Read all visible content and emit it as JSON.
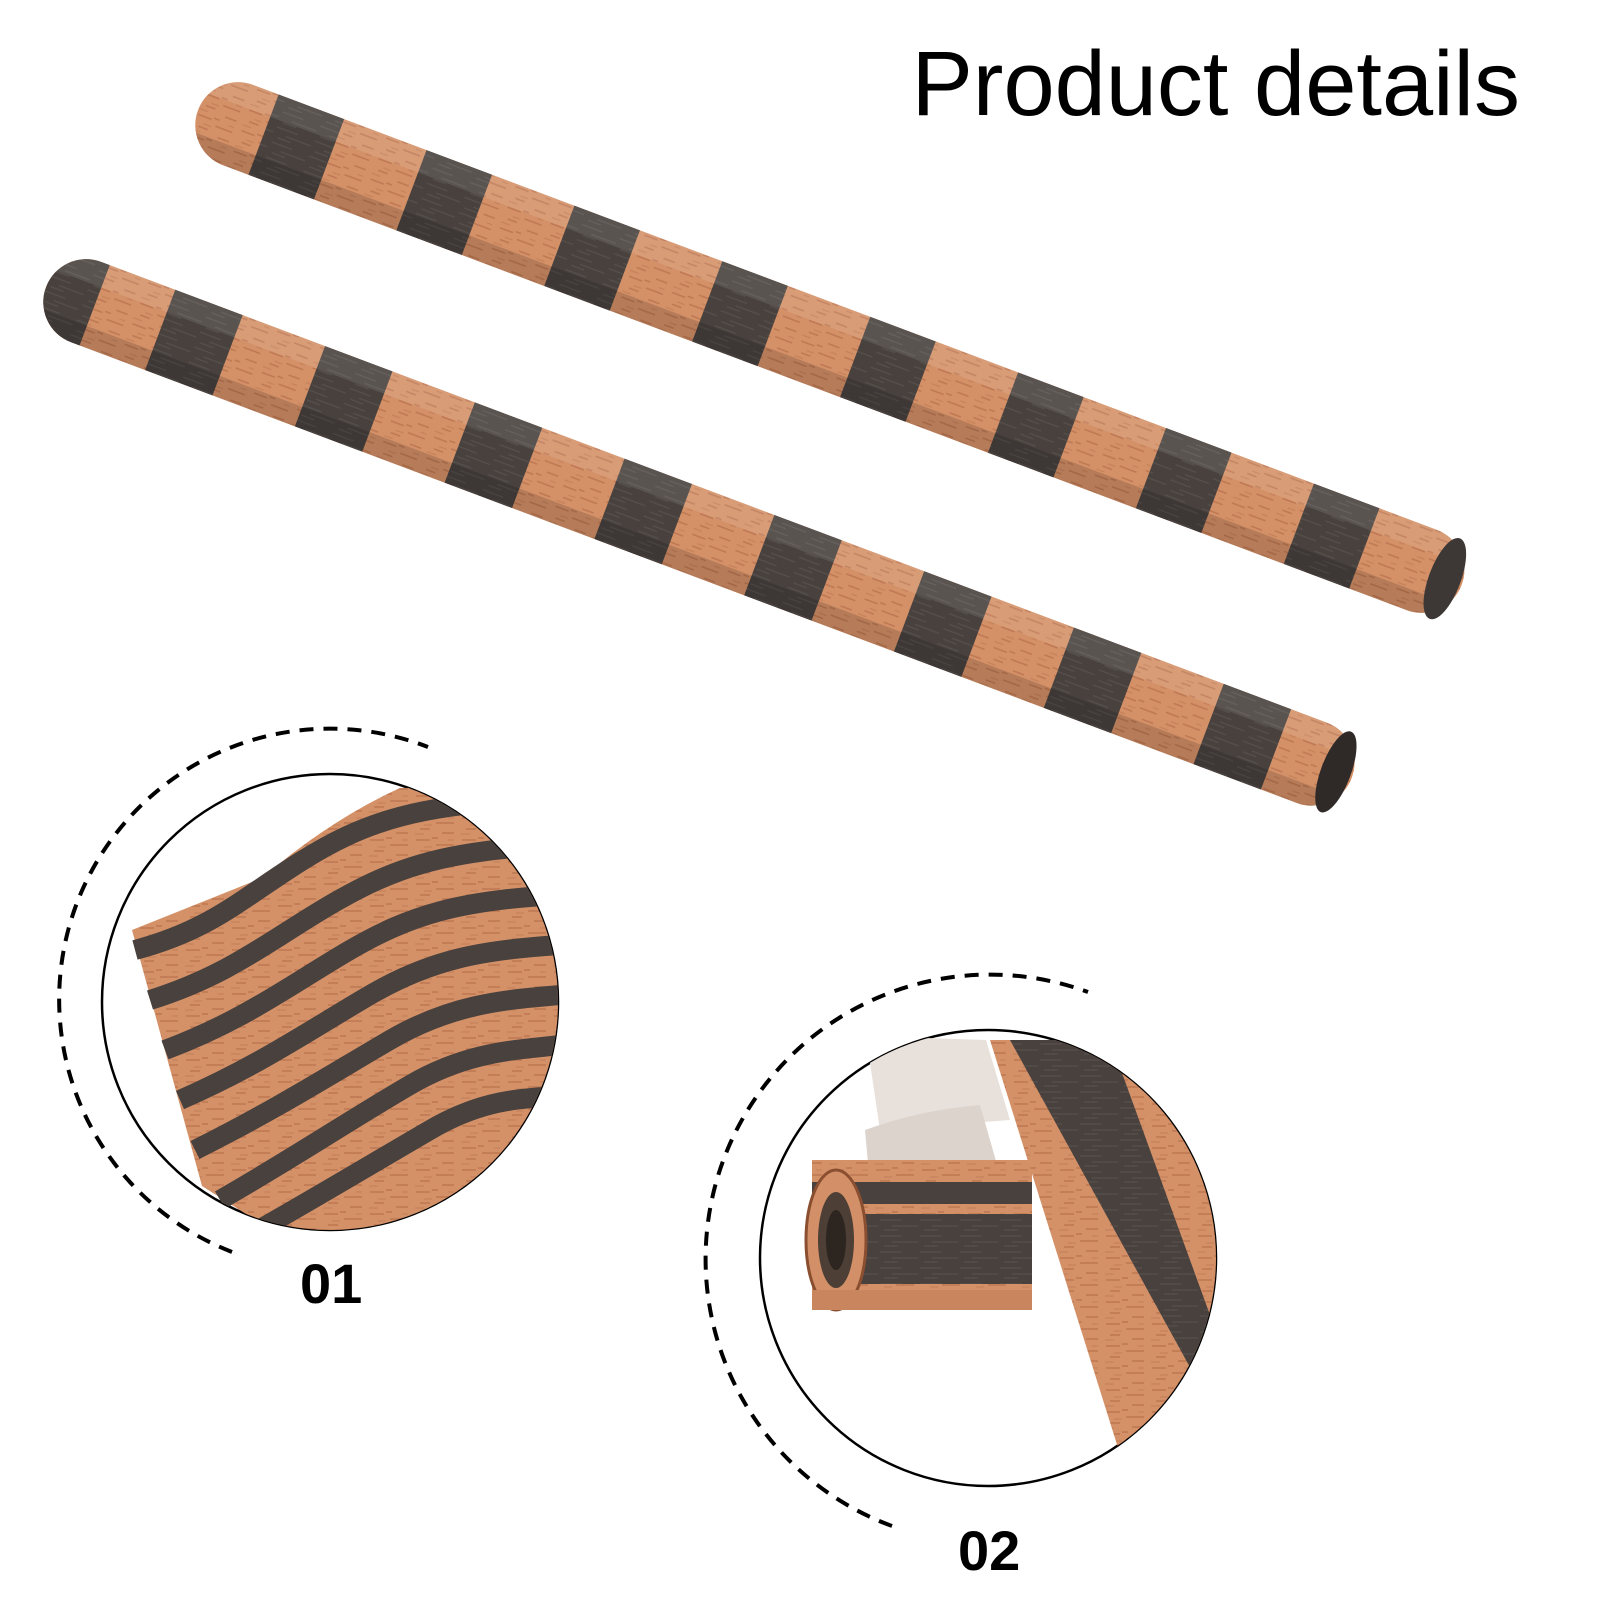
{
  "title": "Product details",
  "details": [
    {
      "label": "01"
    },
    {
      "label": "02"
    }
  ],
  "colors": {
    "wood_light": "#d7976e",
    "wood_mid": "#c8855e",
    "wood_dark": "#4a4340",
    "wood_dark_edge": "#36302d",
    "backing": "#e9e2dc",
    "outline": "#000000"
  }
}
